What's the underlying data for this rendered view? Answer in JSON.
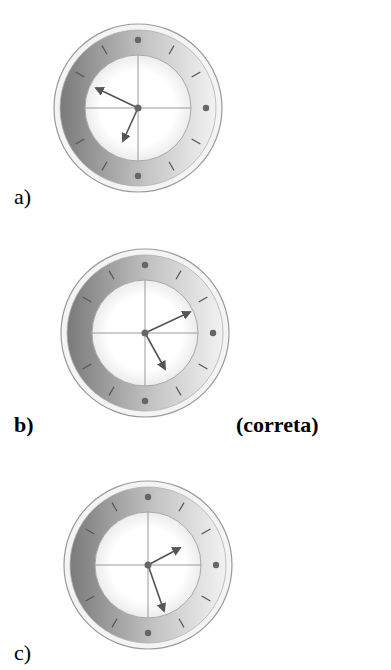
{
  "diagram": {
    "labels": [
      "a)",
      "b)",
      "(correta)",
      "c)"
    ]
  }
}
